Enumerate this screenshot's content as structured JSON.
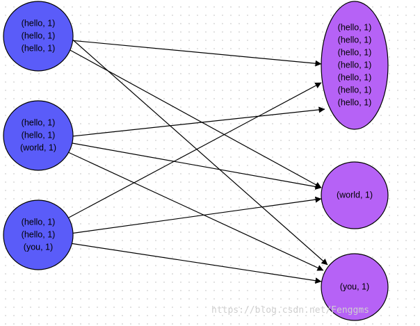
{
  "colors": {
    "source_fill": "#5a5cf9",
    "target_fill": "#b662f6",
    "stroke": "#000000",
    "edge": "#000000"
  },
  "sources": [
    {
      "id": "s1",
      "lines": [
        "(hello, 1)",
        "(hello, 1)",
        "(hello, 1)"
      ]
    },
    {
      "id": "s2",
      "lines": [
        "(hello, 1)",
        "(hello, 1)",
        "(world, 1)"
      ]
    },
    {
      "id": "s3",
      "lines": [
        "(hello, 1)",
        "(hello, 1)",
        "(you, 1)"
      ]
    }
  ],
  "targets": [
    {
      "id": "t1",
      "lines": [
        "(hello, 1)",
        "(hello, 1)",
        "(hello, 1)",
        "(hello, 1)",
        "(hello, 1)",
        "(hello, 1)",
        "(hello, 1)"
      ]
    },
    {
      "id": "t2",
      "lines": [
        "(world, 1)"
      ]
    },
    {
      "id": "t3",
      "lines": [
        "(you, 1)"
      ]
    }
  ],
  "edges": [
    {
      "from": "s1",
      "to": "t1"
    },
    {
      "from": "s1",
      "to": "t2"
    },
    {
      "from": "s1",
      "to": "t3"
    },
    {
      "from": "s2",
      "to": "t1"
    },
    {
      "from": "s2",
      "to": "t2"
    },
    {
      "from": "s2",
      "to": "t3"
    },
    {
      "from": "s3",
      "to": "t1"
    },
    {
      "from": "s3",
      "to": "t2"
    },
    {
      "from": "s3",
      "to": "t3"
    }
  ],
  "watermark": "https://blog.csdn.net/Fenggms"
}
